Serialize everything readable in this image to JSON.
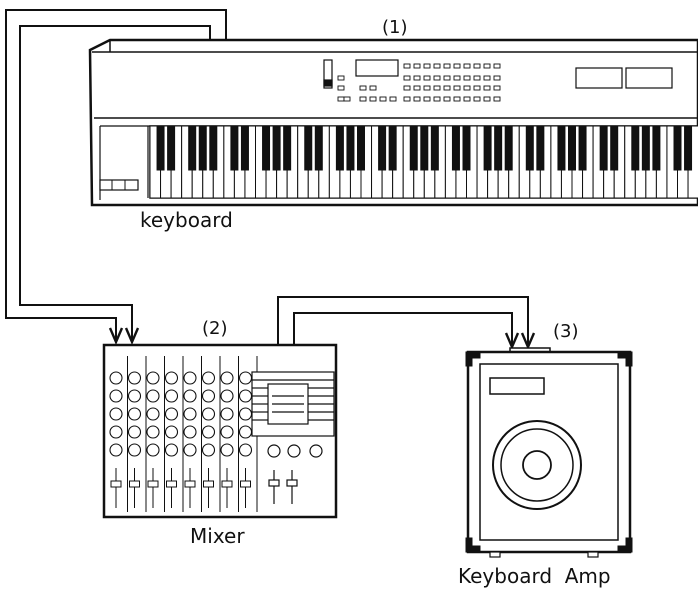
{
  "diagram": {
    "keyboard": {
      "number": "(1)",
      "label": "keyboard"
    },
    "mixer": {
      "number": "(2)",
      "label": "Mixer"
    },
    "amp": {
      "number": "(3)",
      "label": "Keyboard  Amp"
    }
  }
}
